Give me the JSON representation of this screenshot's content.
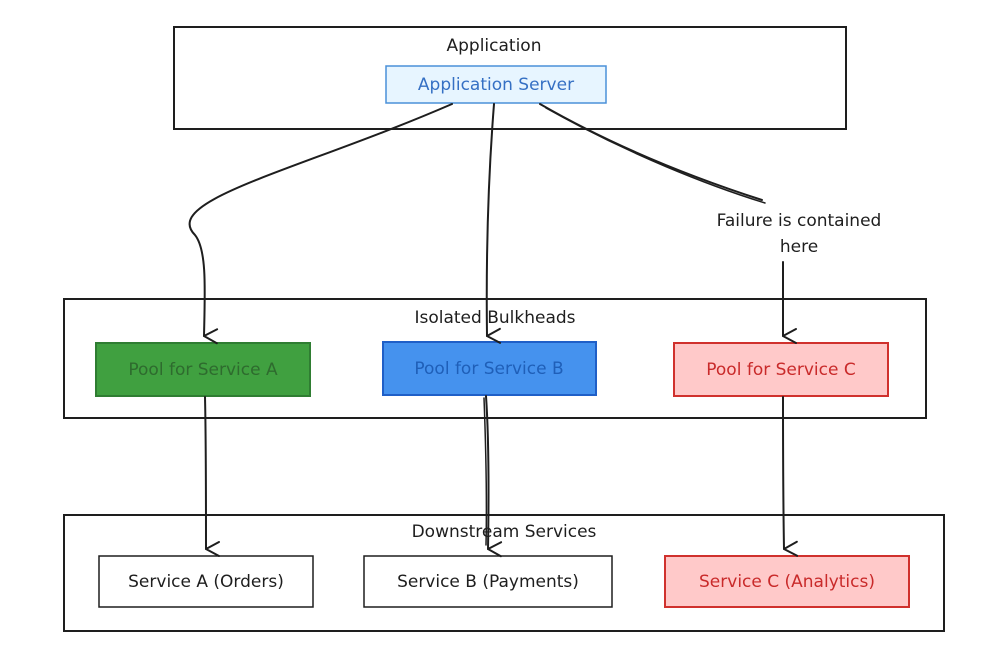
{
  "groups": {
    "application": {
      "title": "Application"
    },
    "bulkheads": {
      "title": "Isolated Bulkheads"
    },
    "downstream": {
      "title": "Downstream Services"
    }
  },
  "nodes": {
    "app_server": {
      "label": "Application Server",
      "fill": "#e7f5ff",
      "stroke": "#4a90d9",
      "text": "#3570c4"
    },
    "pool_a": {
      "label": "Pool for Service A",
      "fill": "#40a040",
      "stroke": "#2f7d32",
      "text": "#2e6b2e"
    },
    "pool_b": {
      "label": "Pool for Service B",
      "fill": "#4592ee",
      "stroke": "#1f5fc7",
      "text": "#1f5fb8"
    },
    "pool_c": {
      "label": "Pool for Service C",
      "fill": "#ffc9c9",
      "stroke": "#d0312d",
      "text": "#c92a2a"
    },
    "svc_a": {
      "label": "Service A (Orders)",
      "fill": "#ffffff",
      "stroke": "#1e1e1e",
      "text": "#1e1e1e"
    },
    "svc_b": {
      "label": "Service B (Payments)",
      "fill": "#ffffff",
      "stroke": "#1e1e1e",
      "text": "#1e1e1e"
    },
    "svc_c": {
      "label": "Service C (Analytics)",
      "fill": "#ffc9c9",
      "stroke": "#d0312d",
      "text": "#c92a2a"
    }
  },
  "edges": {
    "failure_label_line1": "Failure is contained",
    "failure_label_line2": "here"
  }
}
